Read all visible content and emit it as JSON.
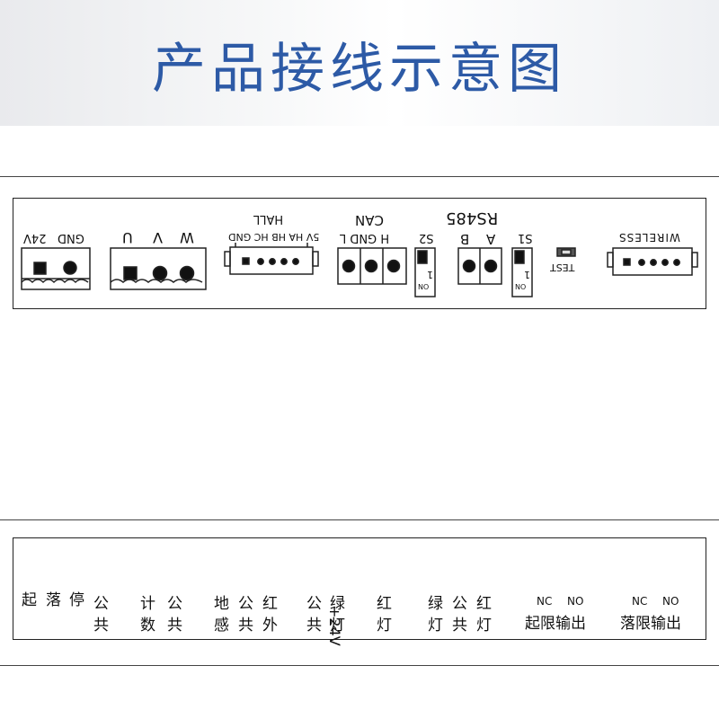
{
  "title": "产品接线示意图",
  "top_board": {
    "power_labels": [
      "GND",
      "24V"
    ],
    "motor_labels": [
      "W",
      "V",
      "U"
    ],
    "hall_title": "HALL",
    "hall_pins": "5V HA HB HC GND",
    "can_title": "CAN",
    "can_pins": "H  GND  L",
    "s2": "S2",
    "rs485_title": "RS485",
    "rs485_pins": [
      "A",
      "B"
    ],
    "s1": "S1",
    "switch_on": "ON",
    "switch_one": "1",
    "test": "TEST",
    "wireless": "WIRELESS"
  },
  "bottom_board": {
    "g1": [
      "起",
      "落",
      "停",
      "公共"
    ],
    "g2": [
      "计数",
      "公共"
    ],
    "g3": [
      "地感",
      "公共",
      "红外"
    ],
    "g4": [
      "公共",
      "绿灯",
      "+24V",
      "红灯"
    ],
    "g5": [
      "绿灯",
      "公共",
      "红灯"
    ],
    "g6_nc": "NC",
    "g6_no": "NO",
    "g6_label": "起限输出",
    "g7_nc": "NC",
    "g7_no": "NO",
    "g7_label": "落限输出"
  }
}
